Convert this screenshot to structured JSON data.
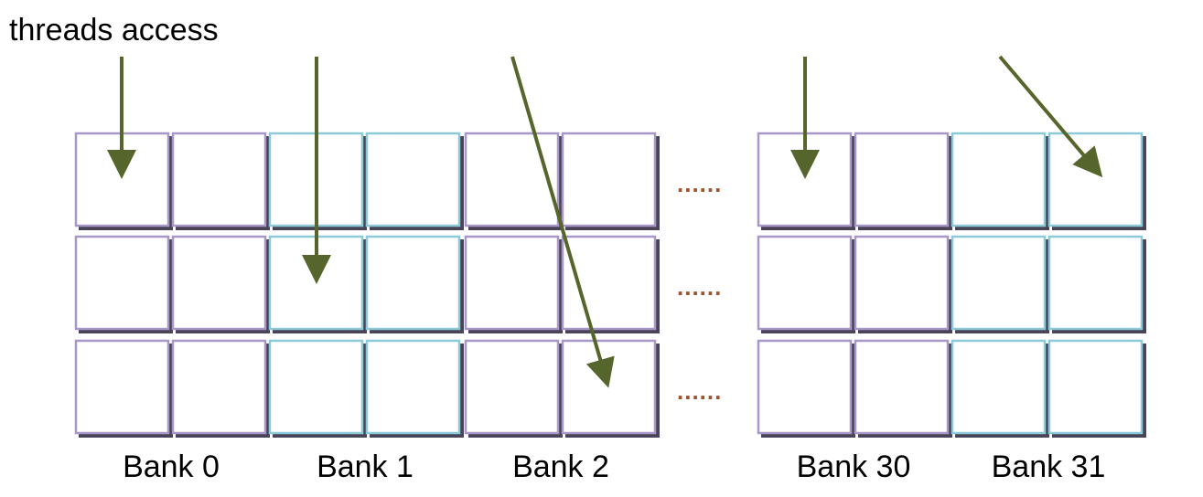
{
  "title": "threads access",
  "banks": [
    {
      "label": "Bank 0"
    },
    {
      "label": "Bank 1"
    },
    {
      "label": "Bank 2"
    },
    {
      "label": "Bank 30"
    },
    {
      "label": "Bank 31"
    }
  ],
  "ellipsis": "......",
  "rows": 3,
  "colors": {
    "purple_border": "#a898c8",
    "cyan_border": "#8ccad8",
    "shadow": "#4a4458",
    "arrow": "#56652c",
    "dots": "#a0522d"
  }
}
